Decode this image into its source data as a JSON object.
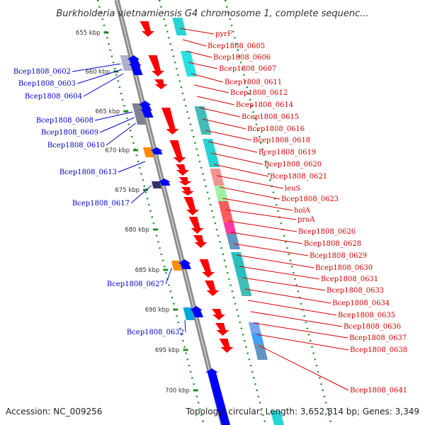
{
  "title": "Burkholderia vietnamiensis G4 chromosome 1, complete sequenc...",
  "footer": {
    "accession": "Accession: NC_009256",
    "topology": "Topology: circular; Length: 3,652,814 bp; Genes: 3,349"
  },
  "ticks": [
    "655 kbp",
    "660 kbp",
    "665 kbp",
    "670 kbp",
    "675 kbp",
    "680 kbp",
    "685 kbp",
    "690 kbp",
    "695 kbp",
    "700 kbp"
  ],
  "right_labels": [
    "pyrF",
    "Bcep1808_0605",
    "Bcep1808_0606",
    "Bcep1808_0607",
    "Bcep1808_0611",
    "Bcep1808_0612",
    "Bcep1808_0614",
    "Bcep1808_0615",
    "Bcep1808_0616",
    "Bcep1808_0618",
    "Bcep1808_0619",
    "Bcep1808_0620",
    "Bcep1808_0621",
    "leuS",
    "Bcep1808_0623",
    "holA",
    "proA",
    "Bcep1808_0626",
    "Bcep1808_0628",
    "Bcep1808_0629",
    "Bcep1808_0630",
    "Bcep1808_0631",
    "Bcep1808_0633",
    "Bcep1808_0634",
    "Bcep1808_0635",
    "Bcep1808_0636",
    "Bcep1808_0637",
    "Bcep1808_0638",
    "Bcep1808_0641"
  ],
  "left_labels": [
    "Bcep1808_0602",
    "Bcep1808_0603",
    "Bcep1808_0604",
    "Bcep1808_0608",
    "Bcep1808_0609",
    "Bcep1808_0610",
    "Bcep1808_0613",
    "Bcep1808_0617",
    "Bcep1808_0627",
    "Bcep1808_0632"
  ],
  "colors": {
    "backbone": "#888888",
    "forward_cds": "#ff0000",
    "reverse_cds": "#0000ff",
    "forward_label": "#d40000",
    "reverse_label": "#0000cc",
    "tick_marks": "#228b22"
  }
}
